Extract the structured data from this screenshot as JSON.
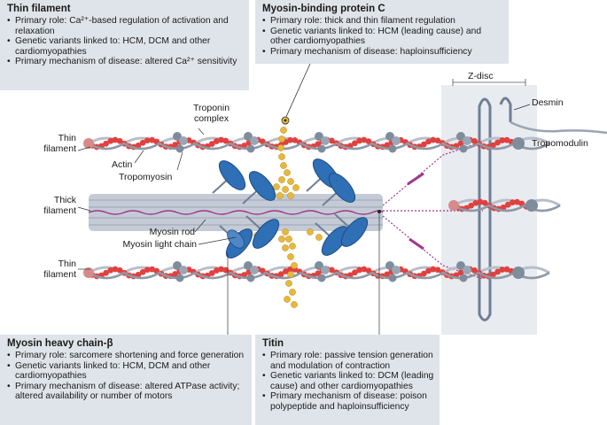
{
  "thin_box": {
    "title": "Thin filament",
    "items": [
      "Primary role: Ca²⁺-based regulation of activation and relaxation",
      "Genetic variants linked to: HCM, DCM and other cardiomyopathies",
      "Primary mechanism of disease: altered Ca²⁺ sensitivity"
    ]
  },
  "mybpc_box": {
    "title": "Myosin-binding protein C",
    "items": [
      "Primary role: thick and thin filament regulation",
      "Genetic variants linked to: HCM (leading cause) and other cardiomyopathies",
      "Primary mechanism of disease: haploinsufficiency"
    ]
  },
  "myh_box": {
    "title": "Myosin heavy chain-β",
    "items": [
      "Primary role: sarcomere shortening and force generation",
      "Genetic variants linked to: HCM, DCM and other cardiomyopathies",
      "Primary mechanism of disease: altered ATPase activity; altered availability or number of motors"
    ]
  },
  "titin_box": {
    "title": "Titin",
    "items": [
      "Primary role: passive tension generation and modulation of contraction",
      "Genetic variants linked to: DCM (leading cause) and other cardiomyopathies",
      "Primary mechanism of disease: poison polypeptide and haploinsufficiency"
    ]
  },
  "labels": {
    "thin_filament_top_1": "Thin",
    "thin_filament_top_2": "filament",
    "thick_filament_1": "Thick",
    "thick_filament_2": "filament",
    "thin_filament_bottom_1": "Thin",
    "thin_filament_bottom_2": "filament",
    "actin": "Actin",
    "tropomyosin": "Tropomyosin",
    "troponin_1": "Troponin",
    "troponin_2": "complex",
    "myosin_rod": "Myosin rod",
    "myosin_light_chain": "Myosin light chain",
    "z_disc": "Z-disc",
    "desmin": "Desmin",
    "tropomodulin": "Tropomodulin"
  },
  "colors": {
    "box_bg": "#dfe4ea",
    "actin": "#e0413f",
    "tropomyosin": "#b8bfc8",
    "troponin": "#7f8c9c",
    "myosin_head": "#2f6fb6",
    "mybpc": "#e6b93a",
    "titin": "#a0378c",
    "thick_core": "#c4cbd6"
  }
}
